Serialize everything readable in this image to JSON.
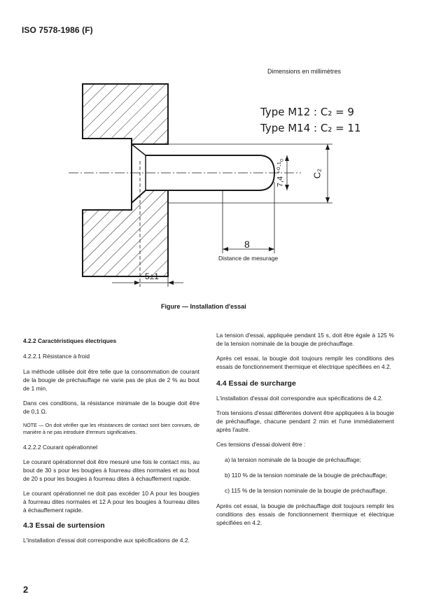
{
  "header": {
    "standard": "ISO 7578-1986 (F)"
  },
  "figure": {
    "units_note": "Dimensions en millimètres",
    "type_lines": [
      "Type M12 : C₂ = 9",
      "Type M14 : C₂ = 11"
    ],
    "dim_diameter": "7,4 ⁺⁰·¹₀",
    "dim_c2": "C₂",
    "dim_8": "8",
    "measuring_label": "Distance de mesurage",
    "dim_5": "5±1",
    "caption": "Figure — Installation d'essai"
  },
  "left": {
    "s422": "4.2.2  Caractéristiques électriques",
    "s4221": "4.2.2.1  Résistance à froid",
    "p1": "La méthode utilisée doit être telle que la consommation de courant de la bougie de préchauffage ne varie pas de plus de 2 % au bout de 1 min.",
    "p2": "Dans ces conditions, la résistance minimale de la bougie doit être de 0,1 Ω.",
    "note": "NOTE — On doit vérifier que les résistances de contact sont bien connues, de manière à ne pas introduire d'erreurs significatives.",
    "s4222": "4.2.2.2  Courant opérationnel",
    "p3": "Le courant opérationnel doit être mesuré une fois le contact mis, au bout de 30 s pour les bougies à fourreau dites normales et au bout de 20 s pour les bougies à fourreau dites à échauffement rapide.",
    "p4": "Le courant opérationnel ne doit pas excéder 10 A pour les bougies à fourreau dites normales et 12 A pour les bougies à fourreau dites à échauffement rapide.",
    "s43": "4.3  Essai de surtension",
    "p5": "L'installation d'essai doit correspondre aux spécifications de 4.2."
  },
  "right": {
    "p1": "La tension d'essai, appliquée pendant 15 s, doit être égale à 125 % de la tension nominale de la bougie de préchauffage.",
    "p2": "Après cet essai, la bougie doit toujours remplir les conditions des essais de fonctionnement thermique et électrique spécifiées en 4.2.",
    "s44": "4.4  Essai de surcharge",
    "p3": "L'installation d'essai doit correspondre aux spécifications de 4.2.",
    "p4": "Trois tensions d'essai différentes doivent être appliquées à la bougie de préchauffage, chacune pendant 2 min et l'une immédiatement après l'autre.",
    "p5": "Ces tensions d'essai doivent être :",
    "la": "a)  la tension nominale de la bougie de préchauffage;",
    "lb": "b)  110 % de la tension nominale de la bougie de préchauffage;",
    "lc": "c)  115 % de la tension nominale de la bougie de préchauffage.",
    "p6": "Après cet essai, la bougie de préchauffage doit toujours remplir les conditions des essais de fonctionnement thermique et électrique spécifiées en 4.2."
  },
  "page_number": "2"
}
